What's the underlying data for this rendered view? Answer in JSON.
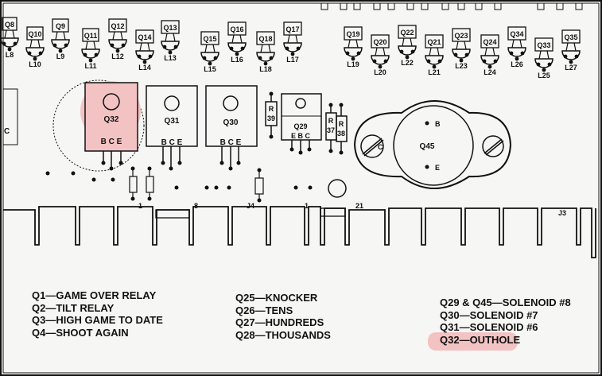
{
  "transistors_row": [
    {
      "q": "Q8",
      "l": "L8"
    },
    {
      "q": "Q10",
      "l": "L10"
    },
    {
      "q": "Q9",
      "l": "L9"
    },
    {
      "q": "Q11",
      "l": "L11"
    },
    {
      "q": "Q12",
      "l": "L12"
    },
    {
      "q": "Q14",
      "l": "L14"
    },
    {
      "q": "Q13",
      "l": "L13"
    },
    {
      "q": "Q15",
      "l": "L15"
    },
    {
      "q": "Q16",
      "l": "L16"
    },
    {
      "q": "Q18",
      "l": "L18"
    },
    {
      "q": "Q17",
      "l": "L17"
    },
    {
      "q": "Q19",
      "l": "L19"
    },
    {
      "q": "Q20",
      "l": "L20"
    },
    {
      "q": "Q22",
      "l": "L22"
    },
    {
      "q": "Q21",
      "l": "L21"
    },
    {
      "q": "Q23",
      "l": "L23"
    },
    {
      "q": "Q24",
      "l": "L24"
    },
    {
      "q": "Q34",
      "l": "L26"
    },
    {
      "q": "Q33",
      "l": "L25"
    },
    {
      "q": "Q35",
      "l": "L27"
    }
  ],
  "power_transistors": [
    {
      "label": "Q32",
      "pins": "B C E"
    },
    {
      "label": "Q31",
      "pins": "B C E"
    },
    {
      "label": "Q30",
      "pins": "B C E"
    },
    {
      "label": "Q29",
      "pins": "E B C"
    }
  ],
  "resistors": [
    "R 39",
    "R 37",
    "R 38"
  ],
  "big_transistor": {
    "label": "Q45",
    "base": "B",
    "emitter": "E",
    "collector": "C"
  },
  "board_labels": {
    "j4": "J4",
    "j3": "J3",
    "n1a": "1",
    "n8": "8",
    "n1b": "1",
    "n21": "21",
    "c_left": "C"
  },
  "legend": {
    "col1": [
      "Q1—GAME OVER RELAY",
      "Q2—TILT RELAY",
      "Q3—HIGH GAME TO DATE",
      "Q4—SHOOT AGAIN"
    ],
    "col2": [
      "Q25—KNOCKER",
      "Q26—TENS",
      "Q27—HUNDREDS",
      "Q28—THOUSANDS"
    ],
    "col3": [
      "Q29 & Q45—SOLENOID #8",
      "Q30—SOLENOID #7",
      "Q31—SOLENOID #6",
      "Q32—OUTHOLE"
    ]
  },
  "colors": {
    "highlight": "#f3c3c3",
    "ink": "#111111",
    "paper": "#f6f6f4"
  }
}
